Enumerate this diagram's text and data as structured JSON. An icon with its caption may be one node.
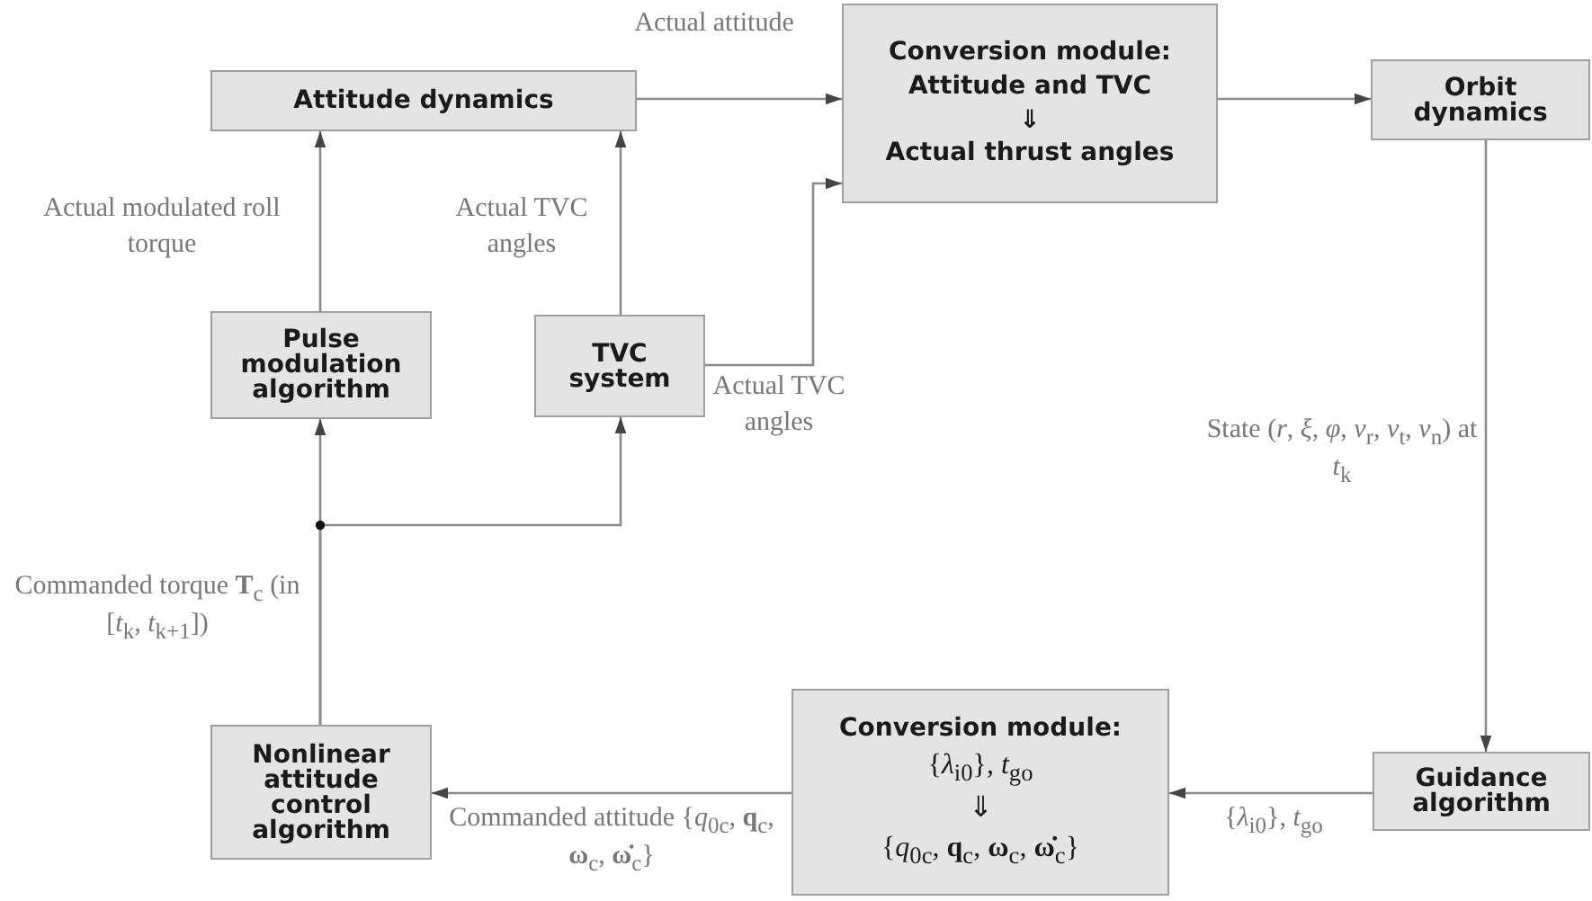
{
  "diagram": {
    "nodes": [
      {
        "text": [
          "Attitude dynamics"
        ]
      },
      {
        "text": [
          "Conversion module:",
          "Attitude and TVC",
          "⇓",
          "Actual thrust angles"
        ]
      },
      {
        "text": [
          "Orbit dynamics"
        ]
      },
      {
        "text": [
          "Pulse modulation algorithm"
        ]
      },
      {
        "text": [
          "TVC system"
        ]
      },
      {
        "text": [
          "Nonlinear attitude control algorithm"
        ]
      },
      {
        "text": [
          "Conversion module:",
          "{*λ*$_{i0}$}, *t*$_{go}$",
          "⇓",
          "{*q*$_{0c}$, **q**$_{c}$, **ω**$_{c}$, **ω̇**$_{c}$}"
        ]
      },
      {
        "text": [
          "Guidance algorithm"
        ]
      }
    ],
    "edges": [
      {
        "from": 0,
        "to": 1,
        "arrow": "to",
        "label": "Actual attitude"
      },
      {
        "from": 4,
        "to": 1,
        "arrow": "to",
        "label": "Actual TVC angles"
      },
      {
        "from": 3,
        "to": 0,
        "arrow": "to",
        "label": "Actual modulated roll torque"
      },
      {
        "from": 4,
        "to": 0,
        "arrow": "to",
        "label": "Actual TVC angles"
      },
      {
        "from": 1,
        "to": 2,
        "arrow": "to"
      },
      {
        "from": 2,
        "to": 7,
        "arrow": "to",
        "label": "State (*r*, *ξ*, *φ*, *v*$_{r}$, *v*$_{t}$, *v*$_{n}$) at *t*$_{k}$"
      },
      {
        "from": 7,
        "to": 6,
        "arrow": "to",
        "label": "{*λ*$_{i0}$}, *t*$_{go}$"
      },
      {
        "from": 6,
        "to": 5,
        "arrow": "to",
        "label": "Commanded attitude {*q*$_{0c}$, **q**$_{c}$, **ω**$_{c}$, **ω̇**$_{c}$}"
      },
      {
        "from": 5,
        "to": 3,
        "arrow": "to",
        "label": "Commanded torque **T**$_{c}$ (in [*t*$_{k}$, *t*$_{k+1}$])"
      },
      {
        "from": 5,
        "to": 4,
        "arrow": "to"
      }
    ]
  }
}
